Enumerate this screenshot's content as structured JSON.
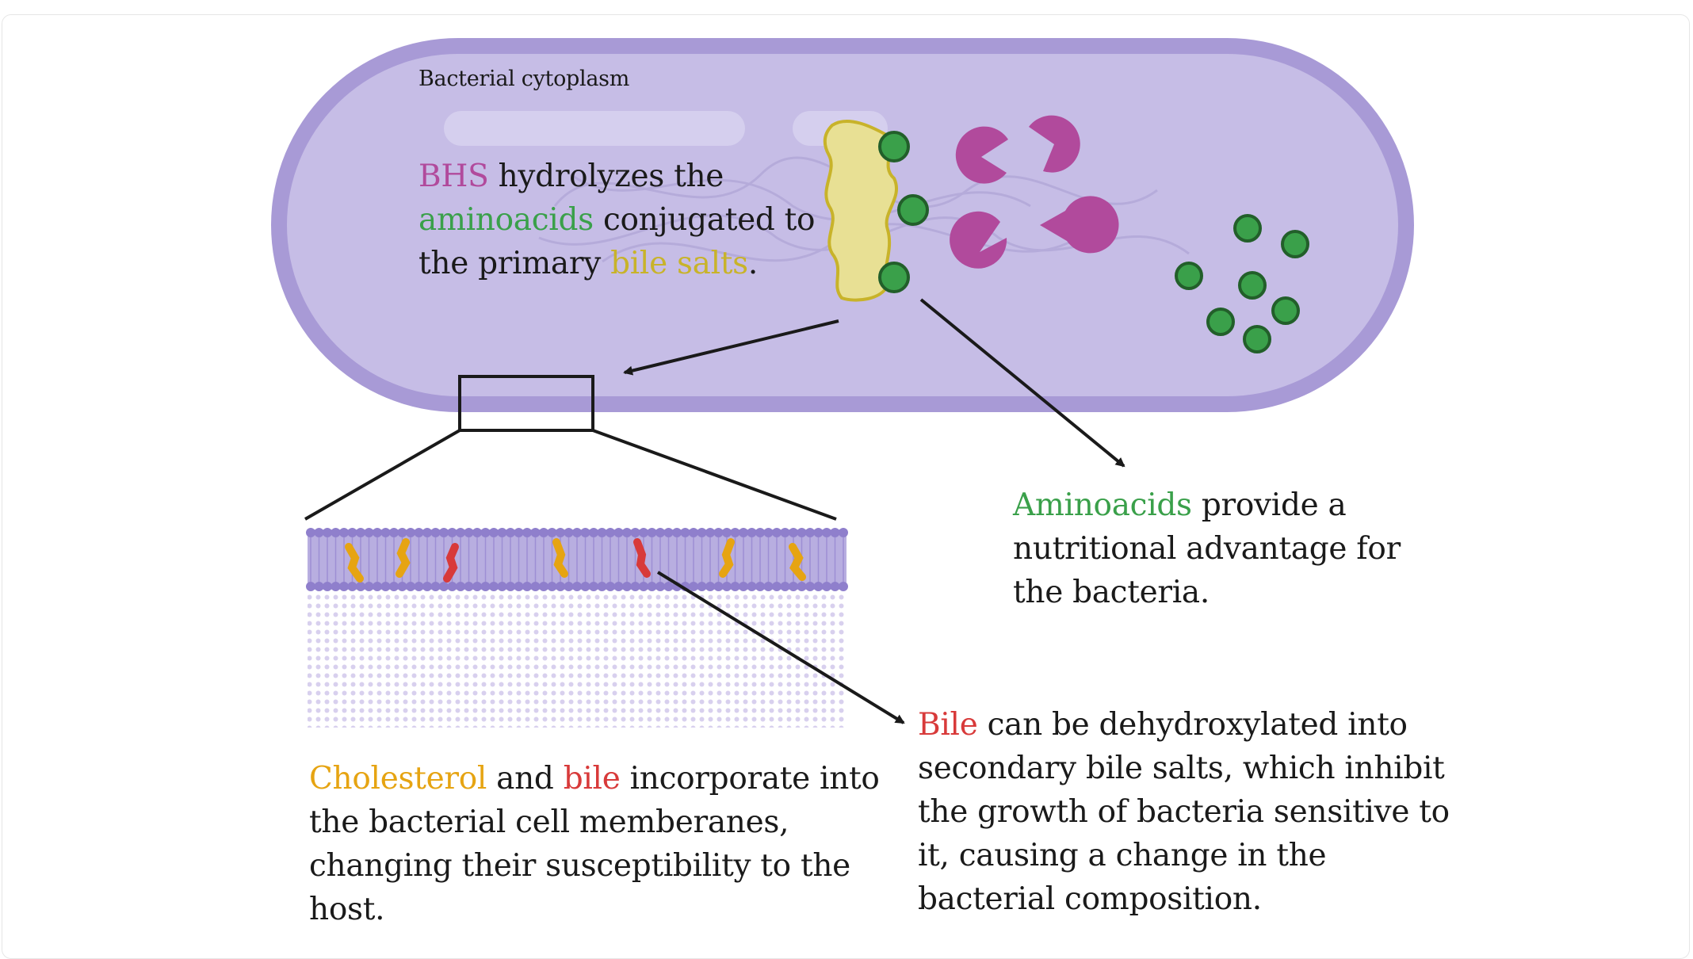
{
  "cytoplasm_label": "Bacterial cytoplasm",
  "bhs": {
    "enzyme": "BHS",
    "t1": " hydrolyzes the",
    "aminoacids": "aminoacids",
    "t2": " conjugated to",
    "t3": "the primary ",
    "bile_salts": "bile salts",
    "t4": "."
  },
  "amino": {
    "aminoacids": "Aminoacids",
    "t1": " provide a",
    "t2": "nutritional advantage for",
    "t3": "the bacteria."
  },
  "cholesterol": {
    "cholesterol": "Cholesterol",
    "t1": " and ",
    "bile": "bile",
    "t2": " incorporate into",
    "t3": "the bacterial cell memberanes,",
    "t4": "changing their susceptibility to the",
    "t5": "host."
  },
  "bile": {
    "bile": "Bile",
    "t1": " can be dehydroxylated into",
    "t2": "secondary bile salts, which inhibit",
    "t3": "the growth of bacteria sensitive to",
    "t4": "it, causing a change in the",
    "t5": "bacterial composition."
  },
  "colors": {
    "cell_outer": "#a89ad6",
    "cell_inner": "#c6bde6",
    "enzyme": "#b14a9c",
    "aminoacid": "#3aa04a",
    "bile_salt": "#e8e094",
    "cholesterol": "#e6a412",
    "bile": "#d83a3a"
  }
}
